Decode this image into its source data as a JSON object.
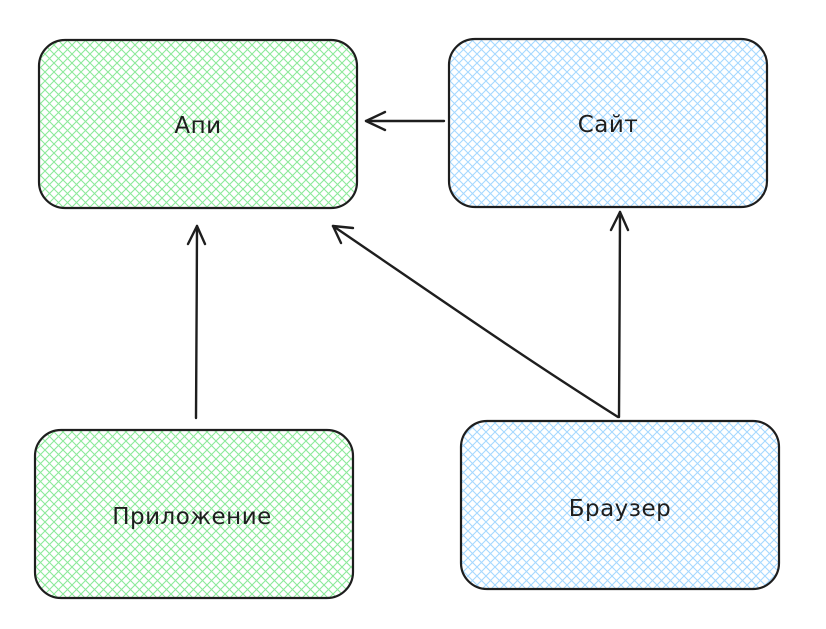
{
  "colors": {
    "stroke": "#1e1e1e",
    "green_hatch": "#8ce99a",
    "blue_hatch": "#a5d8ff",
    "background": "#ffffff"
  },
  "nodes": {
    "api": {
      "label": "Апи",
      "fill": "green"
    },
    "site": {
      "label": "Сайт",
      "fill": "blue"
    },
    "app": {
      "label": "Приложение",
      "fill": "green"
    },
    "browser": {
      "label": "Браузер",
      "fill": "blue"
    }
  },
  "edges": [
    {
      "from": "site",
      "to": "api"
    },
    {
      "from": "app",
      "to": "api"
    },
    {
      "from": "browser",
      "to": "api"
    },
    {
      "from": "browser",
      "to": "site"
    }
  ]
}
